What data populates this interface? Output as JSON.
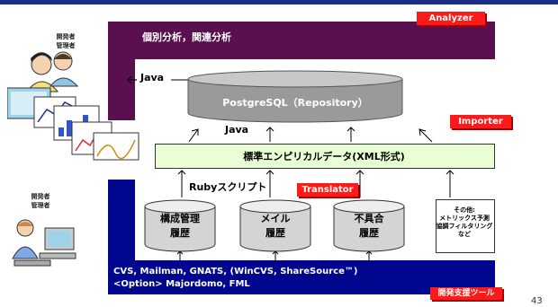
{
  "roles": {
    "top": "開発者\n管理者",
    "bottom": "開発者\n管理者"
  },
  "tags": {
    "analyzer": "Analyzer",
    "importer": "Importer",
    "translator": "Translator",
    "dev_tools": "開発支援ツール"
  },
  "analysis_banner": "個別分析，関連分析",
  "java_left": "Java",
  "java_mid": "Java",
  "repository": "PostgreSQL（Repository）",
  "standard_data": "標準エンピリカルデータ(XML形式)",
  "ruby_script": "Rubyスクリプト",
  "histories": [
    {
      "line1": "構成管理",
      "line2": "履歴"
    },
    {
      "line1": "メイル",
      "line2": "履歴"
    },
    {
      "line1": "不具合",
      "line2": "履歴"
    }
  ],
  "others": "その他:\nメトリックス予測\n協調フィルタリング\nなど",
  "footer": {
    "line1": "CVS, Mailman, GNATS, (WinCVS, ShareSource™)",
    "line2": "<Option> Majordomo, FML"
  },
  "page_number": "43",
  "colors": {
    "analyzer_band": "#5a0f4e",
    "tools_band": "#00068e",
    "tag": "#ff1a1a",
    "standard_box": "#e8ffd6"
  }
}
